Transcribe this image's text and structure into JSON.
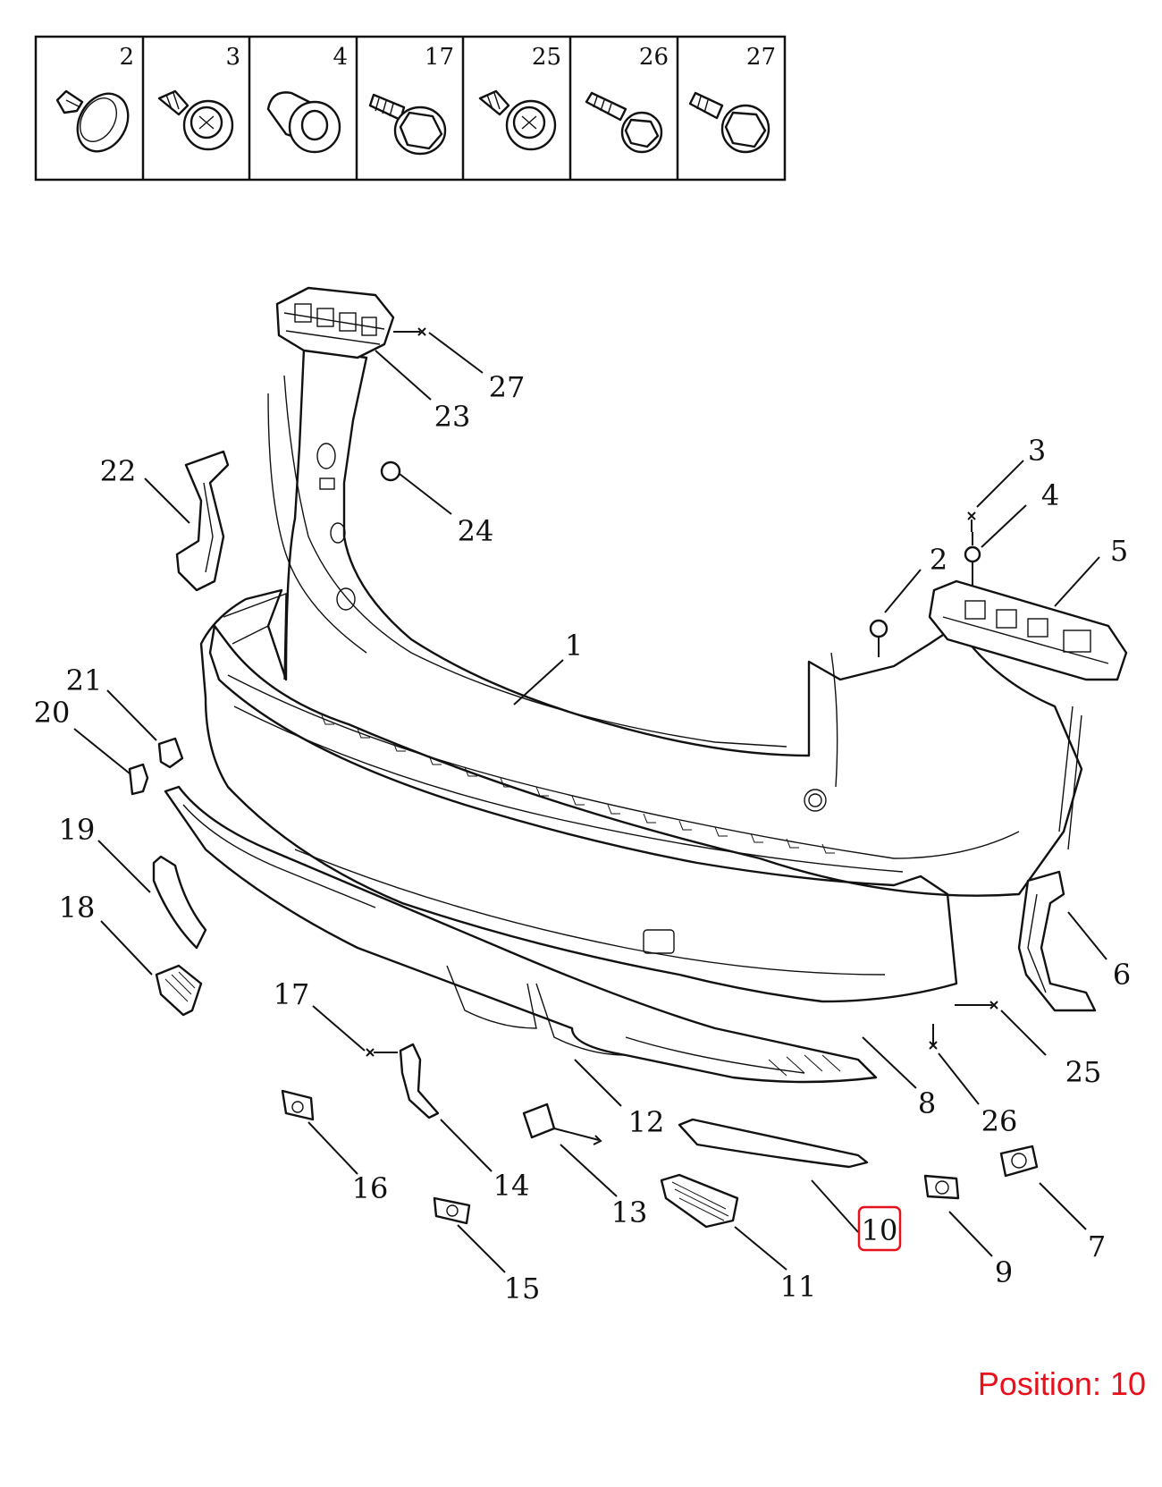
{
  "fastener_table": {
    "cells": [
      "2",
      "3",
      "4",
      "17",
      "25",
      "26",
      "27"
    ]
  },
  "callouts": [
    {
      "id": "1",
      "label": "1"
    },
    {
      "id": "2",
      "label": "2"
    },
    {
      "id": "3",
      "label": "3"
    },
    {
      "id": "4",
      "label": "4"
    },
    {
      "id": "5",
      "label": "5"
    },
    {
      "id": "6",
      "label": "6"
    },
    {
      "id": "7",
      "label": "7"
    },
    {
      "id": "8",
      "label": "8"
    },
    {
      "id": "9",
      "label": "9"
    },
    {
      "id": "10",
      "label": "10",
      "highlighted": true
    },
    {
      "id": "11",
      "label": "11"
    },
    {
      "id": "12",
      "label": "12"
    },
    {
      "id": "13",
      "label": "13"
    },
    {
      "id": "14",
      "label": "14"
    },
    {
      "id": "15",
      "label": "15"
    },
    {
      "id": "16",
      "label": "16"
    },
    {
      "id": "17",
      "label": "17"
    },
    {
      "id": "18",
      "label": "18"
    },
    {
      "id": "19",
      "label": "19"
    },
    {
      "id": "20",
      "label": "20"
    },
    {
      "id": "21",
      "label": "21"
    },
    {
      "id": "22",
      "label": "22"
    },
    {
      "id": "23",
      "label": "23"
    },
    {
      "id": "24",
      "label": "24"
    },
    {
      "id": "25",
      "label": "25"
    },
    {
      "id": "26",
      "label": "26"
    },
    {
      "id": "27",
      "label": "27"
    }
  ],
  "highlight_color": "#e8101a",
  "position_text": "Position: 10"
}
